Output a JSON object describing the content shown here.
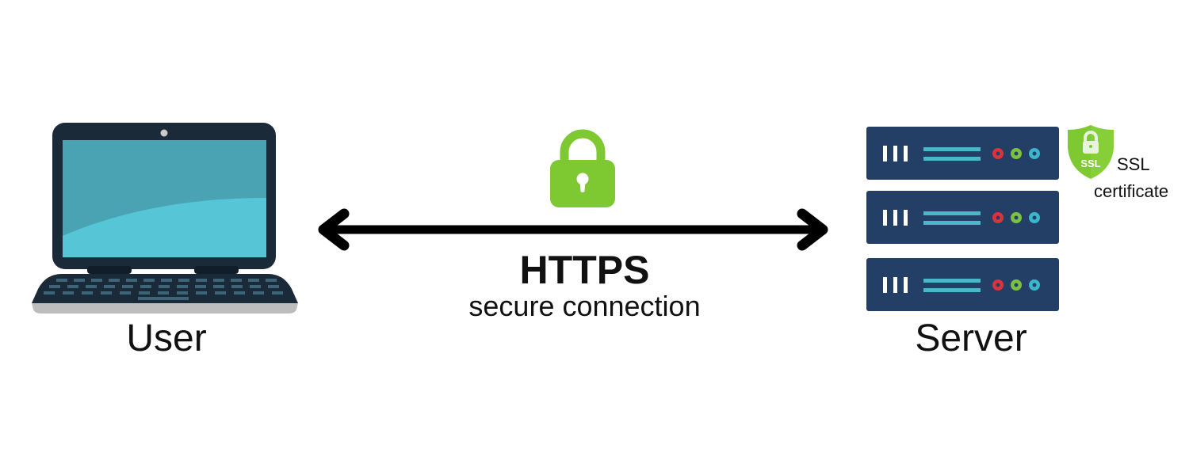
{
  "diagram": {
    "title": "HTTPS",
    "subtitle": "secure connection",
    "nodes": [
      {
        "id": "user",
        "label": "User",
        "icon": "laptop-icon"
      },
      {
        "id": "server",
        "label": "Server",
        "icon": "server-rack-icon"
      }
    ],
    "connection": {
      "type": "bidirectional-arrow",
      "icon": "padlock-icon",
      "label": "HTTPS",
      "sublabel": "secure connection"
    },
    "badge": {
      "icon": "ssl-shield-icon",
      "shield_text": "SSL",
      "label_line1": "SSL",
      "label_line2": "certificate"
    }
  },
  "colors": {
    "laptop_frame": "#1b2a38",
    "screen_dark": "#4aa3b3",
    "screen_light": "#56c6d6",
    "keyboard_base": "#bdbdbd",
    "key": "#3e6478",
    "server_body": "#243f66",
    "server_line": "#4ab8c8",
    "led_red": "#d9343c",
    "led_green": "#7cc242",
    "led_blue": "#3cb6cc",
    "lock_green": "#7ec832",
    "arrow": "#000000"
  }
}
